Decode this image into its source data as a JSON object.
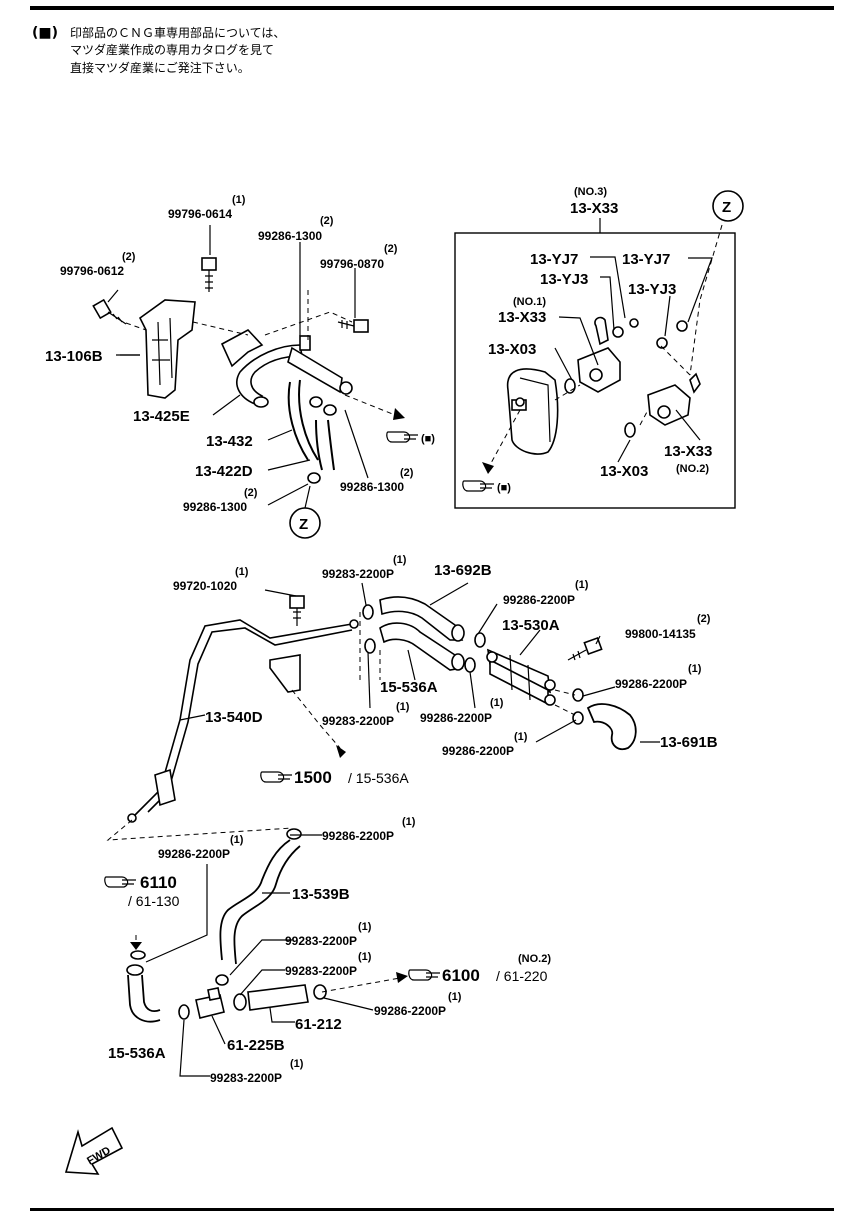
{
  "note": {
    "marker": "(■)",
    "lines": [
      "印部品のＣＮＧ車専用部品については、",
      "マツダ産業作成の専用カタログを見て",
      "直接マツダ産業にご発注下さい。"
    ]
  },
  "qty": {
    "q1": "(1)",
    "q2": "(2)"
  },
  "labels": {
    "p99796_0614": "99796-0614",
    "p99796_0612": "99796-0612",
    "p99286_1300": "99286-1300",
    "p99796_0870": "99796-0870",
    "p13_106B": "13-106B",
    "p13_425E": "13-425E",
    "p13_432": "13-432",
    "p13_422D": "13-422D",
    "p13_X33": "13-X33",
    "p13_YJ7": "13-YJ7",
    "p13_YJ3": "13-YJ3",
    "p13_X03": "13-X03",
    "no1": "(NO.1)",
    "no2": "(NO.2)",
    "no3": "(NO.3)",
    "no2b": "(NO.2)",
    "zone_z": "Z",
    "black_sq": "(■)",
    "p99720_1020": "99720-1020",
    "p99283_2200P": "99283-2200P",
    "p99286_2200P": "99286-2200P",
    "p13_692B": "13-692B",
    "p13_530A": "13-530A",
    "p99800_14135": "99800-14135",
    "p15_536A": "15-536A",
    "p13_540D": "13-540D",
    "p13_691B": "13-691B",
    "p13_539B": "13-539B",
    "p61_212": "61-212",
    "p61_225B": "61-225B",
    "fwd": "FWD"
  },
  "refs": {
    "r1500": "1500",
    "r1500_sub": "/ 15-536A",
    "r6110": "6110",
    "r6110_sub": "/ 61-130",
    "r6100": "6100",
    "r6100_sub": "/ 61-220"
  },
  "icons": [
    "pointing-hand-icon",
    "fwd-arrow-icon"
  ]
}
